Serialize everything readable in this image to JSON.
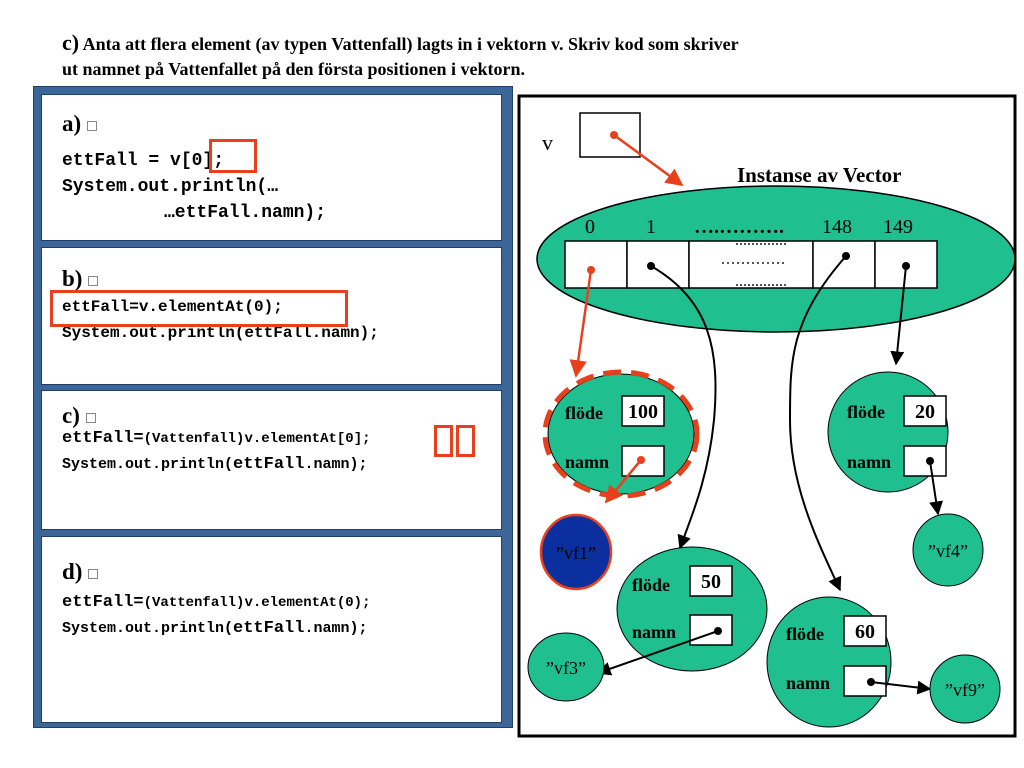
{
  "question": {
    "label": "c)",
    "line1": "Anta att flera element (av typen Vattenfall) lagts in i vektorn v. Skriv kod som skriver",
    "line2": "ut namnet på Vattenfallet på den första positionen i vektorn."
  },
  "options": {
    "a": {
      "label": "a)",
      "line1": "ettFall = v[0];",
      "line2": "System.out.println(…",
      "line3": "…ettFall.namn);"
    },
    "b": {
      "label": "b)",
      "line1": "ettFall=v.elementAt(0);",
      "line2": "System.out.println(ettFall.namn);"
    },
    "c": {
      "label": "c)",
      "l1_pre": "ettFall=",
      "l1_cast": "(Vattenfall)",
      "l1_call": "v.elementAt",
      "l1_b1": "[",
      "l1_zero": "0",
      "l1_b2": "]",
      "l1_end": ";",
      "l2_pre": "System.out.println(",
      "l2_mid": "ettFall",
      "l2_end": ".namn);"
    },
    "d": {
      "label": "d)",
      "l1_pre": "ettFall=",
      "l1_cast": "(Vattenfall)",
      "l1_call": "v.elementAt(0);",
      "l2_pre": "System.out.println(",
      "l2_mid": "ettFall",
      "l2_end": ".namn);"
    }
  },
  "diagram": {
    "v_label": "v",
    "vector_title": "Instanse av Vector",
    "indices": [
      "0",
      "1",
      "….……….",
      "148",
      "149"
    ],
    "field_flode": "flöde",
    "field_namn": "namn",
    "objects": [
      {
        "flode": "100",
        "name": "”vf1”"
      },
      {
        "flode": "20",
        "name": "”vf4”"
      },
      {
        "flode": "50",
        "name": "”vf3”"
      },
      {
        "flode": "60",
        "name": "”vf9”"
      }
    ]
  },
  "colors": {
    "panel": "#3b6697",
    "ellipse": "#1fbf8f",
    "highlight": "#e8401c",
    "vf1_fill": "#0b2f9e"
  }
}
